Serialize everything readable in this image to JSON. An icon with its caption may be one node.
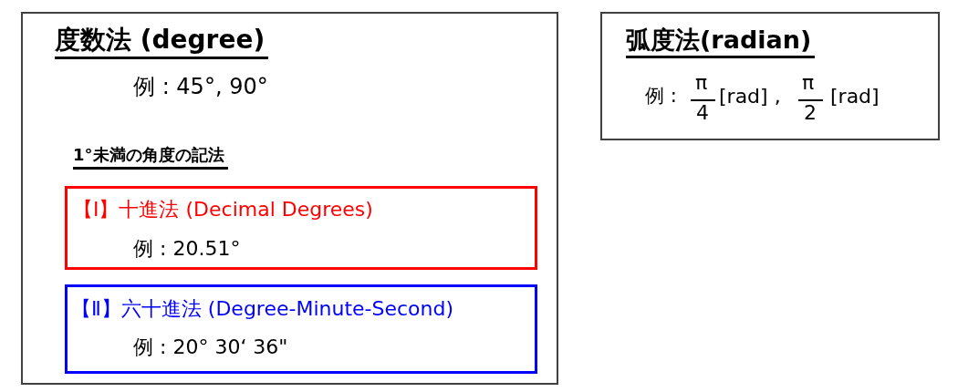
{
  "diagram": {
    "nodes": [
      {
        "text": [
          "度数法 (degree)",
          "例 : 45°, 90°",
          "1°未満の角度の記法"
        ]
      },
      {
        "text": [
          "【Ⅰ】十進法 (Decimal Degrees)",
          "例 : 20.51°"
        ],
        "in": 0
      },
      {
        "text": [
          "【Ⅱ】六十進法 (Degree-Minute-Second)",
          "例 : 20° 30‘ 36\""
        ],
        "in": 0
      },
      {
        "text": [
          "弧度法(radian)",
          "例 :",
          "π",
          "4",
          "[rad] ,",
          "π",
          "2",
          "[rad]"
        ]
      }
    ]
  }
}
